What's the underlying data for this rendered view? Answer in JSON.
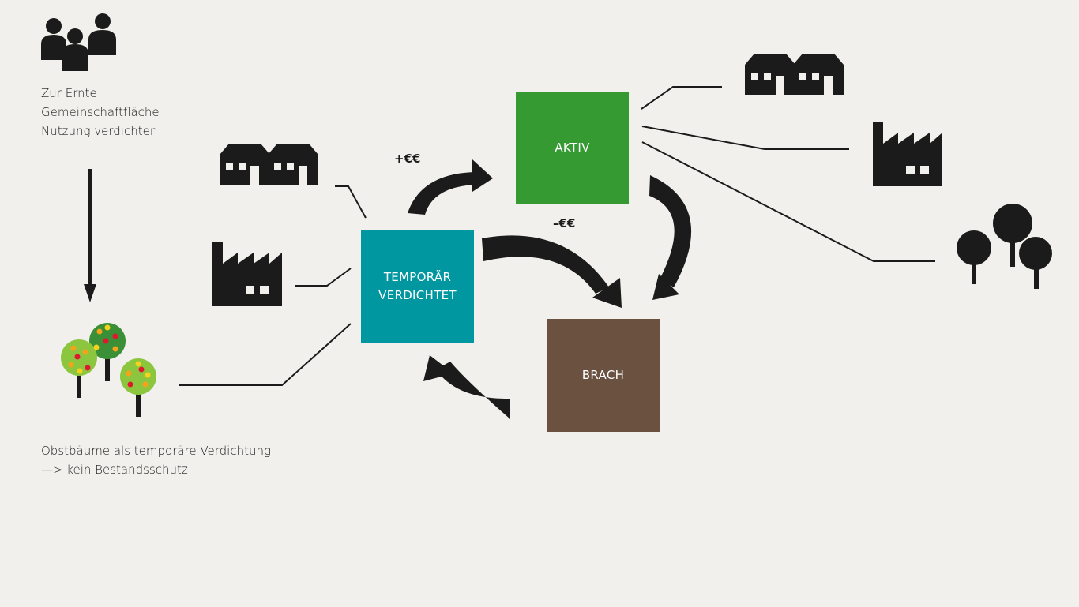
{
  "caption_top": {
    "line1": "Zur Ernte",
    "line2": "Gemeinschaftfläche",
    "line3": "Nutzung verdichten"
  },
  "caption_bottom": {
    "line1": "Obstbäume als temporäre Verdichtung",
    "line2": "—> kein Bestandsschutz"
  },
  "boxes": {
    "temporaer": {
      "line1": "TEMPORÄR",
      "line2": "VERDICHTET",
      "color": "#0097a0"
    },
    "aktiv": {
      "label": "AKTIV",
      "color": "#369a33"
    },
    "brach": {
      "label": "BRACH",
      "color": "#6b5240"
    }
  },
  "money": {
    "plus": "+€€",
    "minus": "–€€"
  },
  "colors": {
    "background": "#f1f0ec",
    "ink": "#1b1b1b",
    "fruit_tree_light": "#8cc63f",
    "fruit_tree_dark": "#3b8f36"
  },
  "icons": [
    "people-icon",
    "houses-icon",
    "factory-icon",
    "trees-icon",
    "fruit-trees-icon"
  ]
}
